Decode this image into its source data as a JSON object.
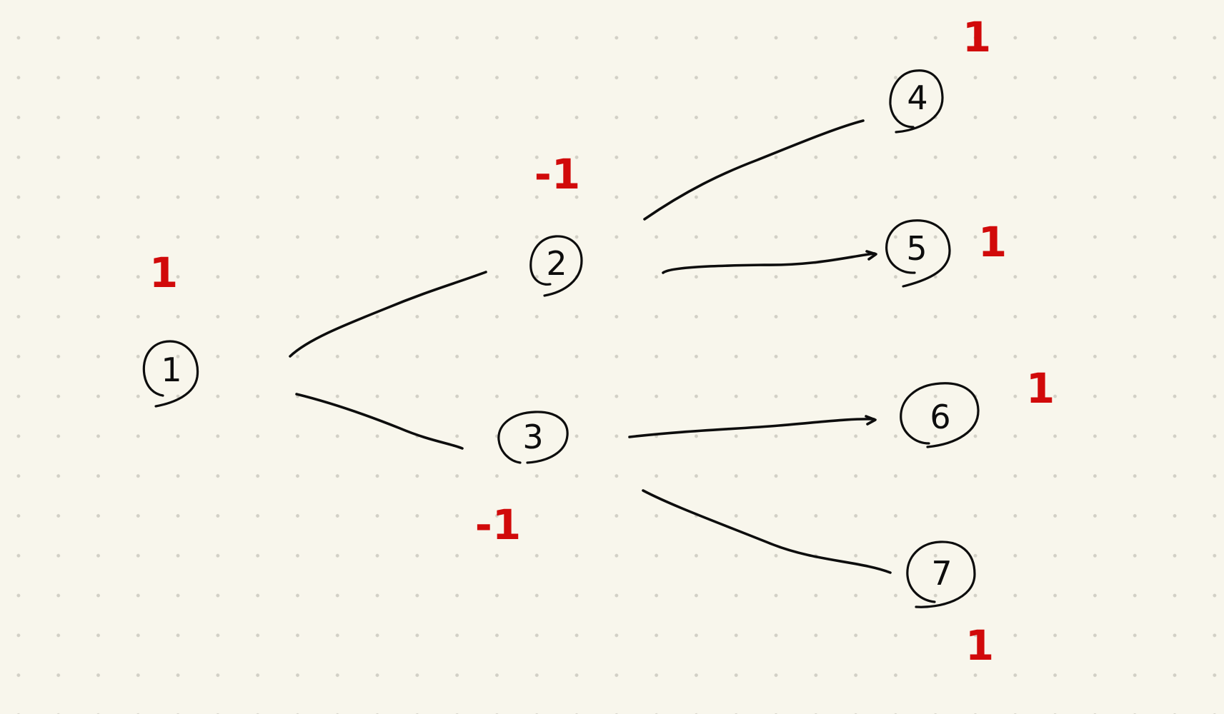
{
  "diagram": {
    "nodes": [
      {
        "id": "1",
        "label": "1",
        "weight": "1"
      },
      {
        "id": "2",
        "label": "2",
        "weight": "-1"
      },
      {
        "id": "3",
        "label": "3",
        "weight": "-1"
      },
      {
        "id": "4",
        "label": "4",
        "weight": "1"
      },
      {
        "id": "5",
        "label": "5",
        "weight": "1"
      },
      {
        "id": "6",
        "label": "6",
        "weight": "1"
      },
      {
        "id": "7",
        "label": "7",
        "weight": "1"
      }
    ],
    "edges": [
      {
        "from": "1",
        "to": "2"
      },
      {
        "from": "1",
        "to": "3"
      },
      {
        "from": "2",
        "to": "4"
      },
      {
        "from": "2",
        "to": "5"
      },
      {
        "from": "3",
        "to": "6"
      },
      {
        "from": "3",
        "to": "7"
      }
    ],
    "colors": {
      "paper": "#f8f6ec",
      "grid_dot": "#d2d0c6",
      "ink": "#0d0d0d",
      "weight_ink": "#d10a0a"
    }
  }
}
